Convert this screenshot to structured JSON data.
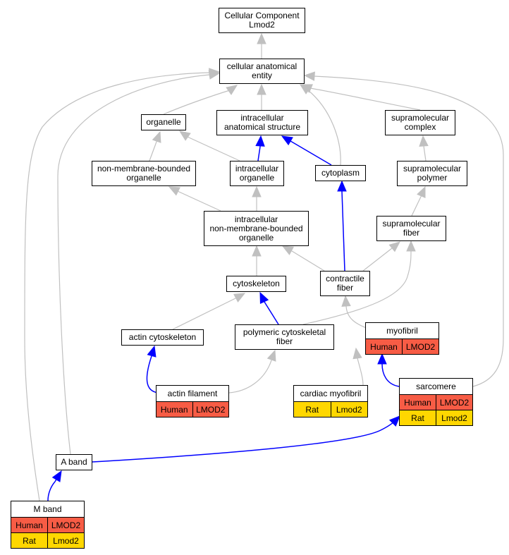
{
  "colors": {
    "human": "#f75c45",
    "rat": "#ffd700",
    "inferred_edge": "#c0c0c0",
    "direct_edge": "#0000ff"
  },
  "nodes": {
    "root": "Cellular Component\nLmod2",
    "cae": "cellular anatomical\nentity",
    "organelle": "organelle",
    "ias": "intracellular\nanatomical structure",
    "smc": "supramolecular\ncomplex",
    "nmbo": "non-membrane-bounded\norganelle",
    "io": "intracellular\norganelle",
    "cytoplasm": "cytoplasm",
    "smp": "supramolecular\npolymer",
    "inmbo": "intracellular\nnon-membrane-bounded\norganelle",
    "smf": "supramolecular\nfiber",
    "cytoskeleton": "cytoskeleton",
    "cfiber": "contractile\nfiber",
    "actin_cyto": "actin cytoskeleton",
    "pcf": "polymeric cytoskeletal\nfiber",
    "aband": "A band"
  },
  "annotated": {
    "myofibril": {
      "label": "myofibril",
      "rows": [
        [
          "Human",
          "LMOD2"
        ]
      ]
    },
    "actin_filament": {
      "label": "actin filament",
      "rows": [
        [
          "Human",
          "LMOD2"
        ]
      ]
    },
    "cardiac_myofibril": {
      "label": "cardiac myofibril",
      "rows": [
        [
          "Rat",
          "Lmod2"
        ]
      ]
    },
    "sarcomere": {
      "label": "sarcomere",
      "rows": [
        [
          "Human",
          "LMOD2"
        ],
        [
          "Rat",
          "Lmod2"
        ]
      ]
    },
    "mband": {
      "label": "M band",
      "rows": [
        [
          "Human",
          "LMOD2"
        ],
        [
          "Rat",
          "Lmod2"
        ]
      ]
    }
  }
}
